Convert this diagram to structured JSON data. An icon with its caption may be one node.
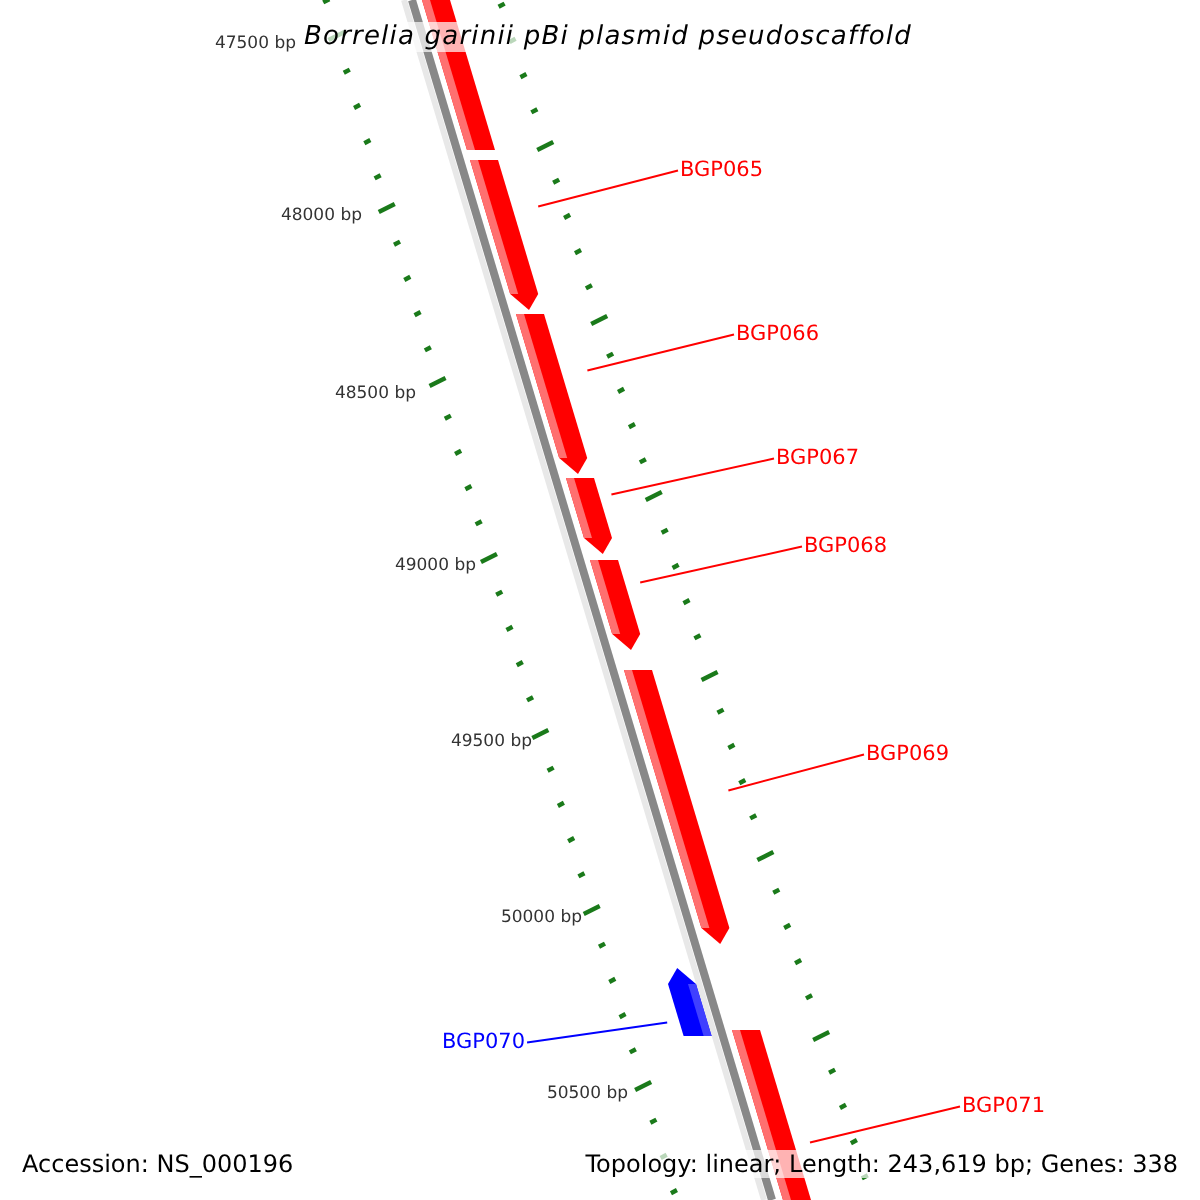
{
  "diagram": {
    "title": "Borrelia garinii pBi plasmid pseudoscaffold",
    "nodes": [
      {
        "text": [],
        "shape": "bar"
      },
      {
        "text": [
          "BGP065"
        ]
      },
      {
        "text": [],
        "shape": "bar"
      },
      {
        "text": [
          "BGP066"
        ]
      },
      {
        "text": [],
        "shape": "bar"
      },
      {
        "text": [
          "BGP067"
        ]
      },
      {
        "text": [],
        "shape": "bar"
      },
      {
        "text": [
          "BGP068"
        ]
      },
      {
        "text": [],
        "shape": "bar"
      },
      {
        "text": [
          "BGP069"
        ]
      },
      {
        "text": [],
        "shape": "bar"
      },
      {
        "text": [
          "BGP070"
        ]
      },
      {
        "text": [],
        "shape": "bar"
      },
      {
        "text": [
          "BGP071"
        ]
      },
      {
        "text": [],
        "shape": "bar"
      }
    ],
    "edges": [
      {
        "from": 1,
        "to": 2,
        "arrow": "none"
      },
      {
        "from": 3,
        "to": 4,
        "arrow": "none"
      },
      {
        "from": 5,
        "to": 6,
        "arrow": "none"
      },
      {
        "from": 7,
        "to": 8,
        "arrow": "none"
      },
      {
        "from": 9,
        "to": 10,
        "arrow": "none"
      },
      {
        "from": 11,
        "to": 12,
        "arrow": "none",
        "color": "#0000ff"
      },
      {
        "from": 13,
        "to": 14,
        "arrow": "none"
      }
    ],
    "labels": [
      "47500 bp",
      "48000 bp",
      "48500 bp",
      "49000 bp",
      "49500 bp",
      "50000 bp",
      "50500 bp",
      "Accession: NS_000196",
      "Topology: linear; Length: 243,619 bp; Genes: 338"
    ]
  }
}
